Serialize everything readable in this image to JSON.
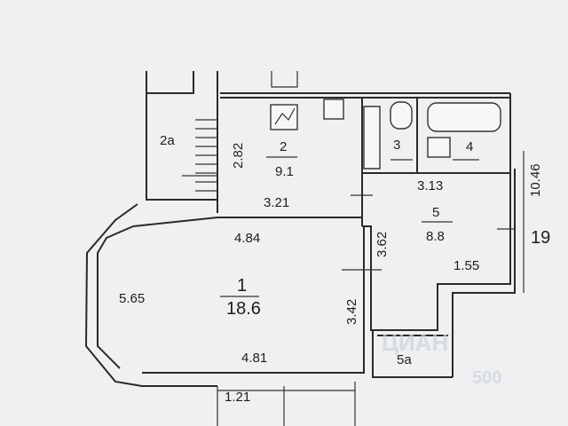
{
  "rooms": [
    {
      "id": "1",
      "area": "18.6"
    },
    {
      "id": "2",
      "area": "9.1"
    },
    {
      "id": "2a"
    },
    {
      "id": "3"
    },
    {
      "id": "4"
    },
    {
      "id": "5",
      "area": "8.8"
    },
    {
      "id": "5a"
    }
  ],
  "dimensions": {
    "d_282": "2.82",
    "d_321": "3.21",
    "d_484": "4.84",
    "d_565": "5.65",
    "d_481": "4.81",
    "d_342": "3.42",
    "d_121": "1.21",
    "d_362": "3.62",
    "d_313": "3.13",
    "d_155": "1.55",
    "d_1046": "10.46"
  },
  "marks": {
    "unit_number": "19"
  },
  "watermark": {
    "text": "ЦИАН",
    "suffix": "500"
  }
}
